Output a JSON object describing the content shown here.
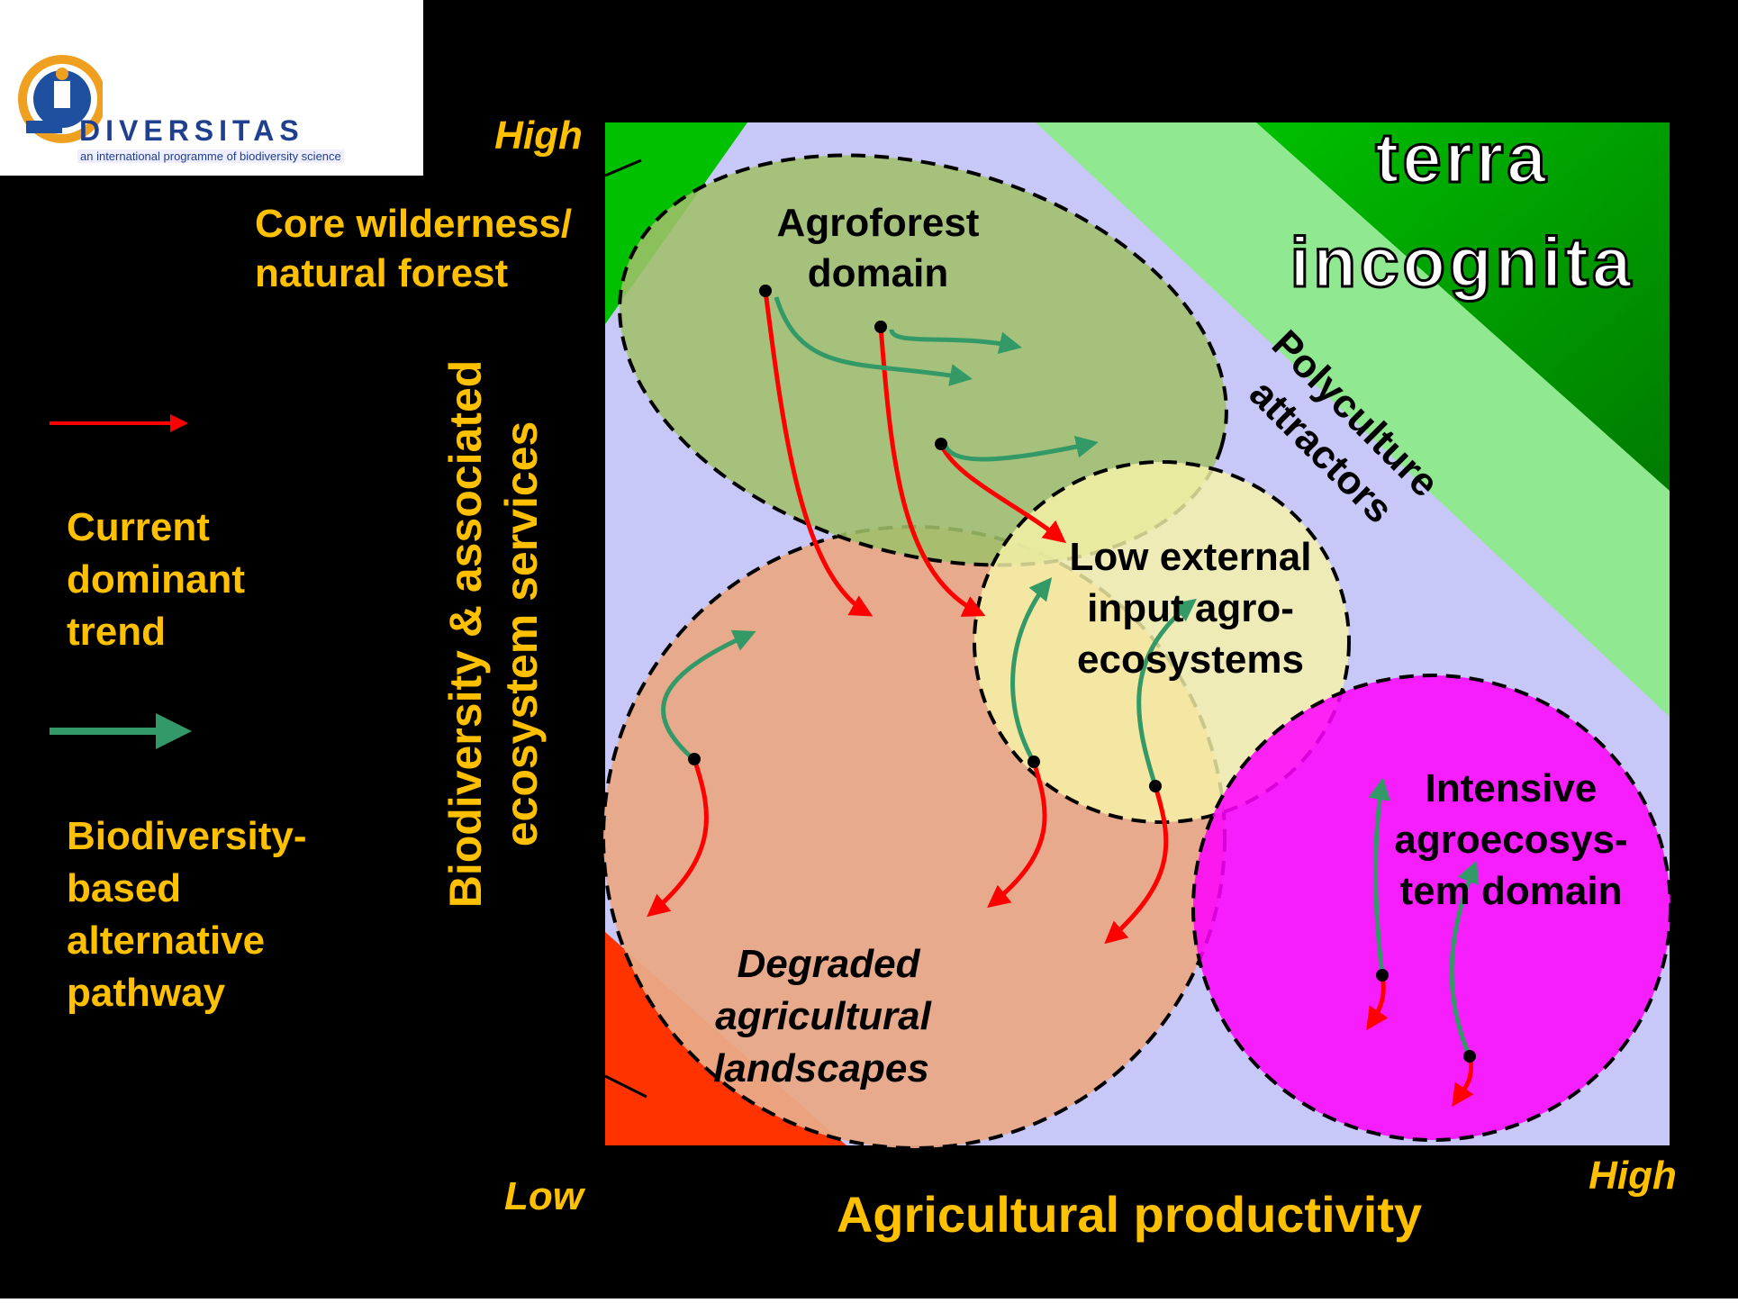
{
  "logo": {
    "name": "DIVERSITAS",
    "tagline": "an international programme of biodiversity science"
  },
  "axes": {
    "y_high": "High",
    "y_low": "Low",
    "x_high": "High",
    "x_label": "Agricultural productivity",
    "y_label_line1": "Biodiversity & associated",
    "y_label_line2": "ecosystem services"
  },
  "regions": {
    "core_wilderness_line1": "Core wilderness/",
    "core_wilderness_line2": "natural forest",
    "agroforest_line1": "Agroforest",
    "agroforest_line2": "domain",
    "low_input_line1": "Low external",
    "low_input_line2": "input agro-",
    "low_input_line3": "ecosystems",
    "intensive_line1": "Intensive",
    "intensive_line2": "agroecosys-",
    "intensive_line3": "tem domain",
    "degraded_line1": "Degraded",
    "degraded_line2": "agricultural",
    "degraded_line3": "landscapes",
    "polyculture_line1": "Polyculture",
    "polyculture_line2": "attractors",
    "terra_line1": "terra",
    "terra_line2": "incognita"
  },
  "legend": {
    "current_line1": "Current",
    "current_line2": "dominant",
    "current_line3": "trend",
    "alt_line1": "Biodiversity-",
    "alt_line2": "based",
    "alt_line3": "alternative",
    "alt_line4": "pathway"
  },
  "colors": {
    "background": "#000000",
    "label_yellow": "#ffc000",
    "plot_bg": "#c8c8f8",
    "trend_red": "#ff0000",
    "alt_green": "#339966",
    "agroforest": "#9fbf6a",
    "degraded": "#e9a986",
    "low_input": "#f7f3a8",
    "intensive": "#ff00ff",
    "light_green_band": "#90e890",
    "dark_green": "#00b000",
    "red_corner": "#ff3300"
  }
}
